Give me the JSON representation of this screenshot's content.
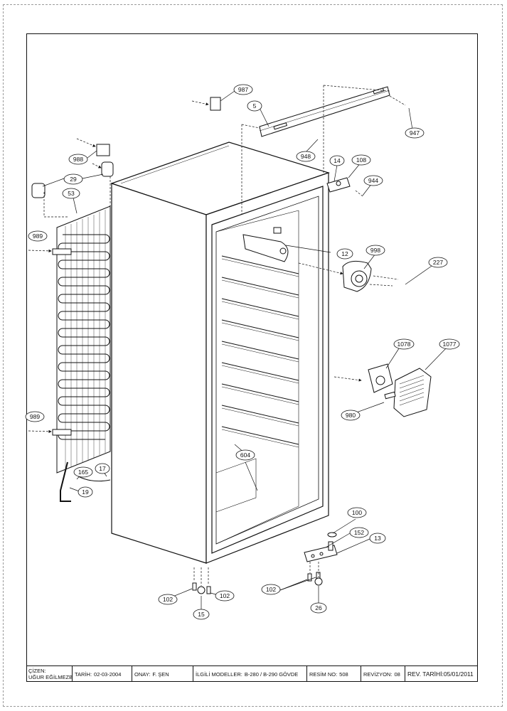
{
  "callouts": [
    {
      "id": "c987",
      "label": "987"
    },
    {
      "id": "c5",
      "label": "5"
    },
    {
      "id": "c947",
      "label": "947"
    },
    {
      "id": "c988",
      "label": "988"
    },
    {
      "id": "c29",
      "label": "29"
    },
    {
      "id": "c53",
      "label": "53"
    },
    {
      "id": "c948",
      "label": "948"
    },
    {
      "id": "c14",
      "label": "14"
    },
    {
      "id": "c108",
      "label": "108"
    },
    {
      "id": "c944",
      "label": "944"
    },
    {
      "id": "c989a",
      "label": "989"
    },
    {
      "id": "c12",
      "label": "12"
    },
    {
      "id": "c998",
      "label": "998"
    },
    {
      "id": "c227",
      "label": "227"
    },
    {
      "id": "c1078",
      "label": "1078"
    },
    {
      "id": "c1077",
      "label": "1077"
    },
    {
      "id": "c980",
      "label": "980"
    },
    {
      "id": "c989b",
      "label": "989"
    },
    {
      "id": "c604",
      "label": "604"
    },
    {
      "id": "c165",
      "label": "165"
    },
    {
      "id": "c17",
      "label": "17"
    },
    {
      "id": "c19",
      "label": "19"
    },
    {
      "id": "c100",
      "label": "100"
    },
    {
      "id": "c152",
      "label": "152"
    },
    {
      "id": "c13",
      "label": "13"
    },
    {
      "id": "c102a",
      "label": "102"
    },
    {
      "id": "c102b",
      "label": "102"
    },
    {
      "id": "c15",
      "label": "15"
    },
    {
      "id": "c102c",
      "label": "102"
    },
    {
      "id": "c26",
      "label": "26"
    }
  ],
  "title_block": {
    "cizen_label": "ÇİZEN:",
    "cizen_value": "UĞUR EĞİLMEZBAŞ",
    "tarih_label": "TARİH:",
    "tarih_value": "02-03-2004",
    "onay_label": "ONAY:",
    "onay_value": "F. ŞEN",
    "models_label": "İLGİLİ MODELLER:",
    "models_value": "B-280 / B-290 GÖVDE",
    "resim_label": "RESİM NO:",
    "resim_value": "508",
    "revizyon_label": "REVİZYON:",
    "revizyon_value": "08",
    "rev_tarih_label": "REV. TARİHİ:",
    "rev_tarih_value": "05/01/2011"
  }
}
